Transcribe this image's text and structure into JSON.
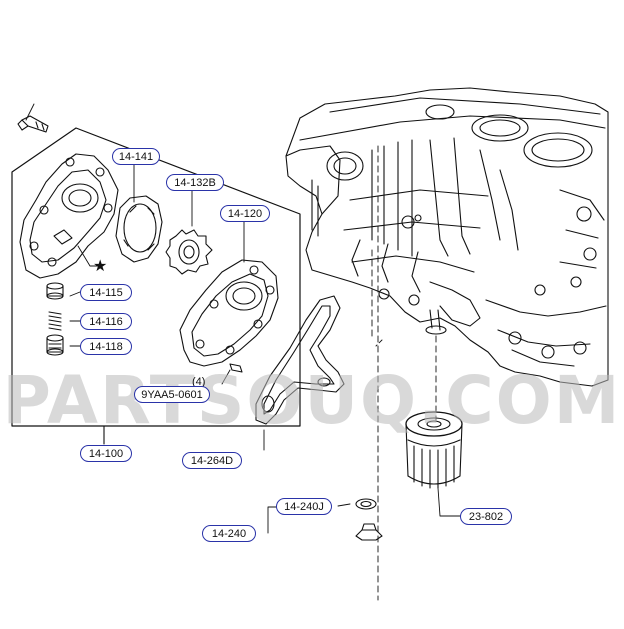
{
  "watermark": "PARTSOUQ.COM",
  "callouts": {
    "c14_141": "14-141",
    "c14_132b": "14-132B",
    "c14_120": "14-120",
    "c14_115": "14-115",
    "c14_116": "14-116",
    "c14_118": "14-118",
    "c14_100": "14-100",
    "c14_264d": "14-264D",
    "c14_240j": "14-240J",
    "c14_240": "14-240",
    "c23_802": "23-802"
  },
  "plain_labels": {
    "qty": "(4)",
    "bolt_part": "9YAA5-0601"
  },
  "symbols": {
    "star": "★"
  },
  "colors": {
    "callout_border": "#2a33a8",
    "line": "#111111",
    "watermark": "#b9b9b9"
  }
}
